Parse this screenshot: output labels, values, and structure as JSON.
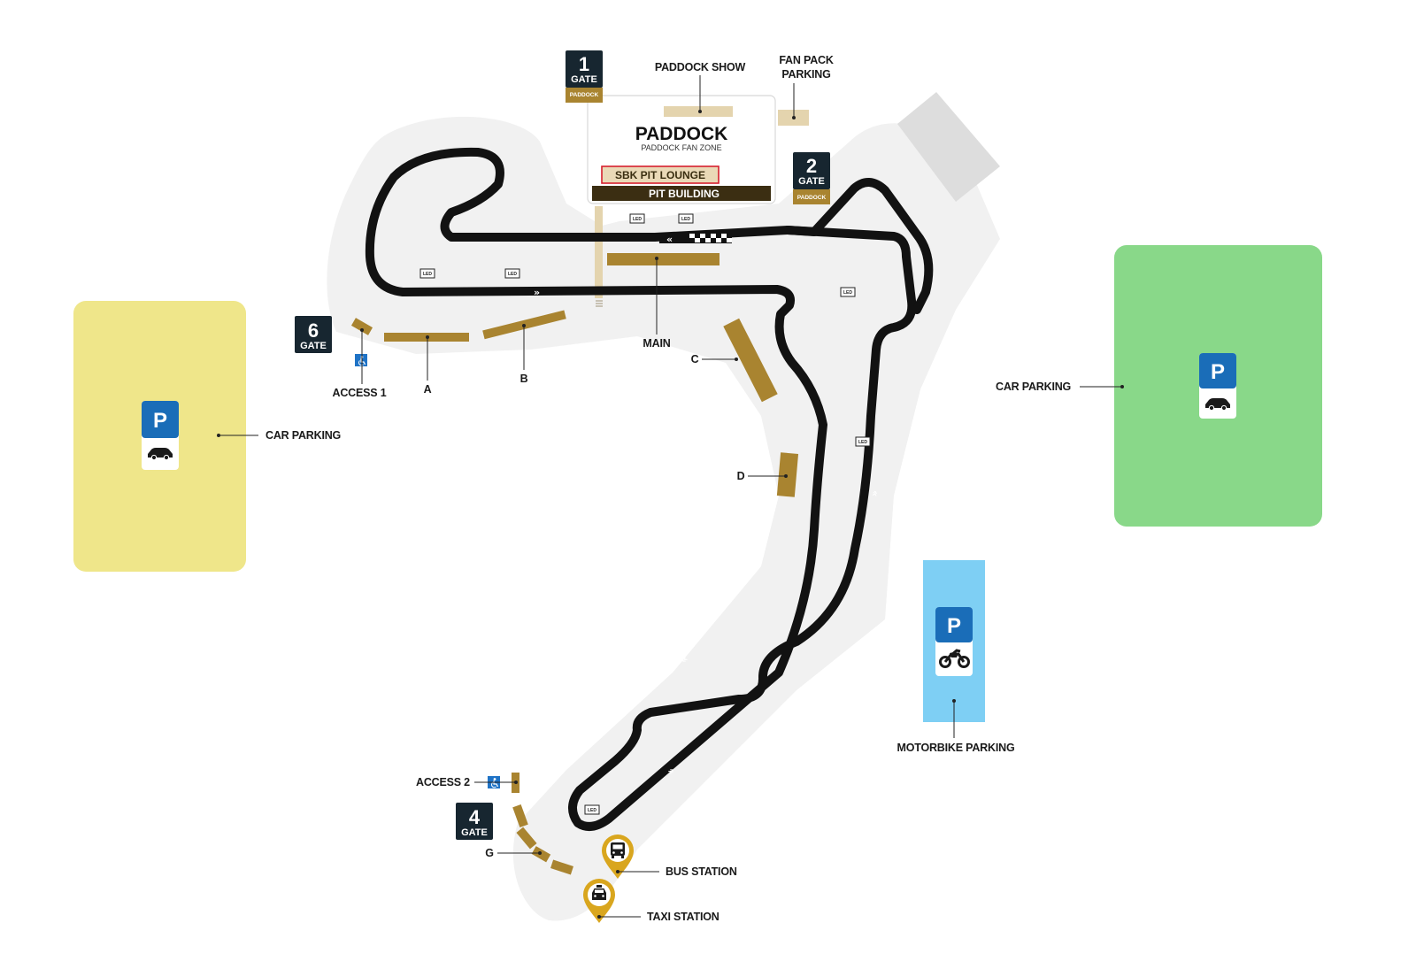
{
  "colors": {
    "track": "#121212",
    "zone": "#f1f1f1",
    "stand": "#a98430",
    "gate_dark": "#172630",
    "gate_tag": "#a98430",
    "parking_blue": "#1a6db8",
    "car_parking_west": "#efe68a",
    "car_parking_east": "#89d889",
    "motorbike_parking": "#7ecff4",
    "pit_building": "#3b2e12",
    "pit_lounge_fill": "#ead9b7",
    "pit_lounge_border": "#d6202e",
    "station_pin": "#d9a61e",
    "accessible_blue": "#1f73c6"
  },
  "paddock": {
    "title": "PADDOCK",
    "subtitle": "PADDOCK FAN ZONE",
    "pit_lounge": "SBK PIT LOUNGE",
    "pit_building": "PIT BUILDING"
  },
  "labels": {
    "paddock_show": "PADDOCK SHOW",
    "fan_pack_line1": "FAN PACK",
    "fan_pack_line2": "PARKING",
    "main": "MAIN",
    "car_parking_west": "CAR PARKING",
    "car_parking_east": "CAR PARKING",
    "motorbike_parking": "MOTORBIKE PARKING",
    "access_1": "ACCESS 1",
    "access_2": "ACCESS 2",
    "bus_station": "BUS STATION",
    "taxi_station": "TAXI STATION"
  },
  "stands": {
    "a": "A",
    "b": "B",
    "c": "C",
    "d": "D",
    "g": "G"
  },
  "gates": [
    {
      "number": "1",
      "word": "GATE",
      "tag": "PADDOCK"
    },
    {
      "number": "2",
      "word": "GATE",
      "tag": "PADDOCK"
    },
    {
      "number": "6",
      "word": "GATE"
    },
    {
      "number": "4",
      "word": "GATE"
    }
  ],
  "parking_sign": "P",
  "led_text": "LED",
  "icons": {
    "parking": "parking-sign-icon",
    "car": "car-icon",
    "motorbike": "motorbike-icon",
    "accessible": "wheelchair-icon",
    "bus": "bus-icon",
    "taxi": "taxi-icon",
    "screen": "led-screen-icon",
    "direction": "direction-chevron-icon",
    "start_line": "checkered-flag-icon"
  }
}
